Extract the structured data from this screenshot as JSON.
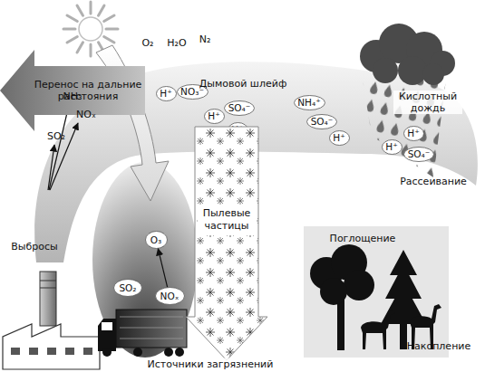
{
  "diagram": {
    "nodes": [
      {
        "text": [
          "Перенос на дальние расстояния"
        ]
      },
      {
        "text": [
          "H⁺"
        ]
      },
      {
        "text": [
          "NO₃⁻"
        ]
      },
      {
        "text": [
          "H⁺"
        ]
      },
      {
        "text": [
          "SO₄⁻"
        ]
      },
      {
        "text": [
          "H⁺"
        ]
      },
      {
        "text": [
          "NH₄⁺"
        ]
      },
      {
        "text": [
          "SO₄⁻"
        ]
      },
      {
        "text": [
          "H⁺"
        ]
      },
      {
        "text": [
          "H⁺"
        ]
      },
      {
        "text": [
          "H⁺"
        ]
      },
      {
        "text": [
          "SO₄⁻"
        ]
      },
      {
        "text": [
          "SO₂"
        ]
      },
      {
        "text": [
          "NOₓ"
        ]
      },
      {
        "text": [
          "O₃"
        ]
      },
      {
        "text": [
          "Пылевые частицы"
        ]
      }
    ],
    "edges": [
      {
        "from": 13,
        "to": 14,
        "arrow": "to"
      }
    ],
    "labels": [
      "O₂",
      "H₂O",
      "N₂",
      "Дымовой шлейф",
      "Кислотный дождь",
      "Рассеивание",
      "NH₃",
      "NOₓ",
      "SO₂",
      "Выбросы",
      "Поглощение",
      "Накопление",
      "Источники загрязнений"
    ]
  }
}
